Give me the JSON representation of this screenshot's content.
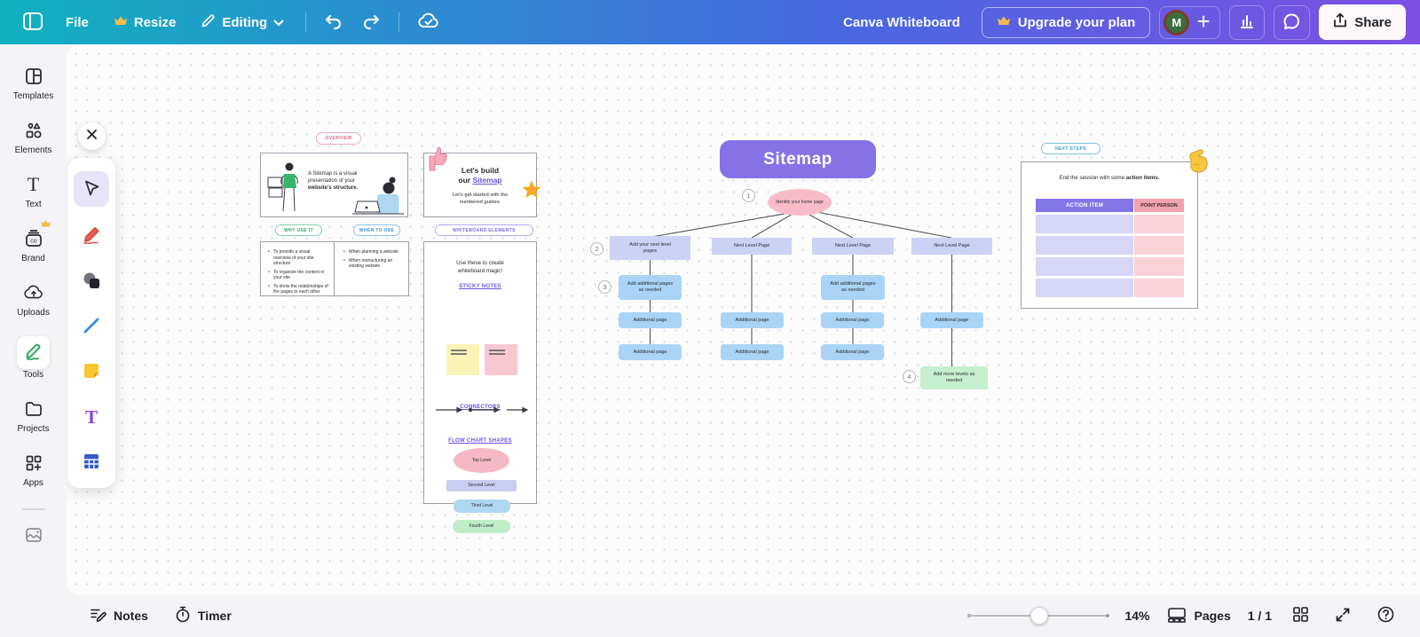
{
  "topbar": {
    "file_label": "File",
    "resize_label": "Resize",
    "editing_label": "Editing",
    "doc_title": "Canva Whiteboard",
    "upgrade_label": "Upgrade your plan",
    "avatar_initial": "M",
    "share_label": "Share"
  },
  "sidebar": {
    "items": [
      {
        "label": "Templates"
      },
      {
        "label": "Elements"
      },
      {
        "label": "Text"
      },
      {
        "label": "Brand"
      },
      {
        "label": "Uploads"
      },
      {
        "label": "Tools"
      },
      {
        "label": "Projects"
      },
      {
        "label": "Apps"
      }
    ]
  },
  "canvas": {
    "overview_badge": "OVERVIEW",
    "intro_line1": "A Sitemap is a visual",
    "intro_line2": "presentation of your",
    "intro_line3": "website's structure.",
    "why_badge": "WHY USE IT",
    "when_badge": "WHEN TO USE",
    "why_bullets": [
      "To provide a visual overview of your site structure",
      "To organize the content in your site",
      "To show the relationships of the pages to each other"
    ],
    "when_bullets": [
      "When planning a website",
      "When restructuring an existing website"
    ],
    "build_line1": "Let's build",
    "build_line2_prefix": "our ",
    "build_link": "Sitemap",
    "build_sub": "Let's get started with the numbered guides.",
    "elements_badge": "WHITEBOARD ELEMENTS",
    "elements_intro_line1": "Use these to create",
    "elements_intro_line2": "whiteboard magic!",
    "sticky_notes_link": "STICKY NOTES",
    "connectors_link": "CONNECTORS",
    "flow_shapes_link": "FLOW CHART SHAPES",
    "flow_shapes": [
      "Top Level",
      "Second Level",
      "Third Level",
      "Fourth Level"
    ],
    "sitemap": {
      "title": "Sitemap",
      "home_node": "Identify your home page",
      "guides": [
        "1",
        "2",
        "3",
        "4"
      ],
      "level2_first": "Add your next level pages",
      "level2_other": "Next Level Page",
      "add_additional": "Add additional pages as needed",
      "additional": "Additional page",
      "more_levels": "Add more levels as needed"
    },
    "next_steps": {
      "badge": "NEXT STEPS",
      "caption_prefix": "End the session with some ",
      "caption_bold": "action items.",
      "header_col1": "ACTION ITEM",
      "header_col2": "POINT PERSON"
    }
  },
  "bottombar": {
    "notes_label": "Notes",
    "timer_label": "Timer",
    "zoom_level": "14%",
    "pages_label": "Pages",
    "page_indicator": "1 / 1"
  },
  "colors": {
    "topbar_gradient_start": "#10b1bf",
    "topbar_gradient_end": "#7e50e3",
    "sitemap_title_purple": "#8672e6",
    "node_pink": "#f8bcc8",
    "node_lavender": "#ccd2f4",
    "node_blue": "#a9d4f5",
    "node_green": "#c6efcf",
    "table_header_purple": "#8376e8",
    "table_header_pink": "#f2a3ae",
    "tools_icon_green": "#2fa558"
  }
}
